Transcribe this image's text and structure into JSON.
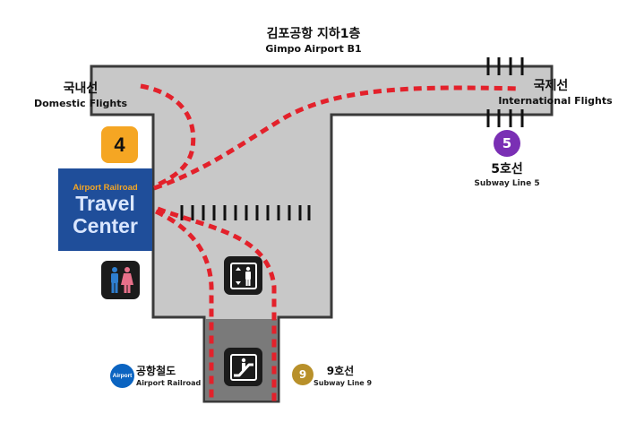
{
  "header": {
    "title_ko": "김포공항 지하1층",
    "title_en": "Gimpo Airport B1"
  },
  "domestic": {
    "ko": "국내선",
    "en": "Domestic Flights"
  },
  "international": {
    "ko": "국제선",
    "en": "International Flights"
  },
  "gate_number": "4",
  "travel_center": {
    "small": "Airport Railroad",
    "line1": "Travel",
    "line2": "Center"
  },
  "line5": {
    "badge": "5",
    "ko": "5호선",
    "en": "Subway Line 5"
  },
  "airport_railroad": {
    "badge": "Airport",
    "ko": "공항철도",
    "en": "Airport Railroad"
  },
  "line9": {
    "badge": "9",
    "ko": "9호선",
    "en": "Subway Line 9"
  },
  "colors": {
    "floor": "#c8c8c8",
    "wall": "#3a3a3a",
    "floor_dark": "#7a7a7a",
    "route": "#e3212b",
    "gate_badge": "#f5a623",
    "travel_center_bg": "#1f4e9a",
    "travel_center_accent": "#f5a623",
    "line5": "#7a2fb4",
    "airport_railroad": "#0b64c1",
    "line9": "#b8902a",
    "icon_bg": "#1b1b1b",
    "male": "#2f7fd0",
    "female": "#e8708a"
  },
  "icons": [
    "restroom-icon",
    "elevator-icon",
    "escalator-icon",
    "turnstile-icon"
  ]
}
